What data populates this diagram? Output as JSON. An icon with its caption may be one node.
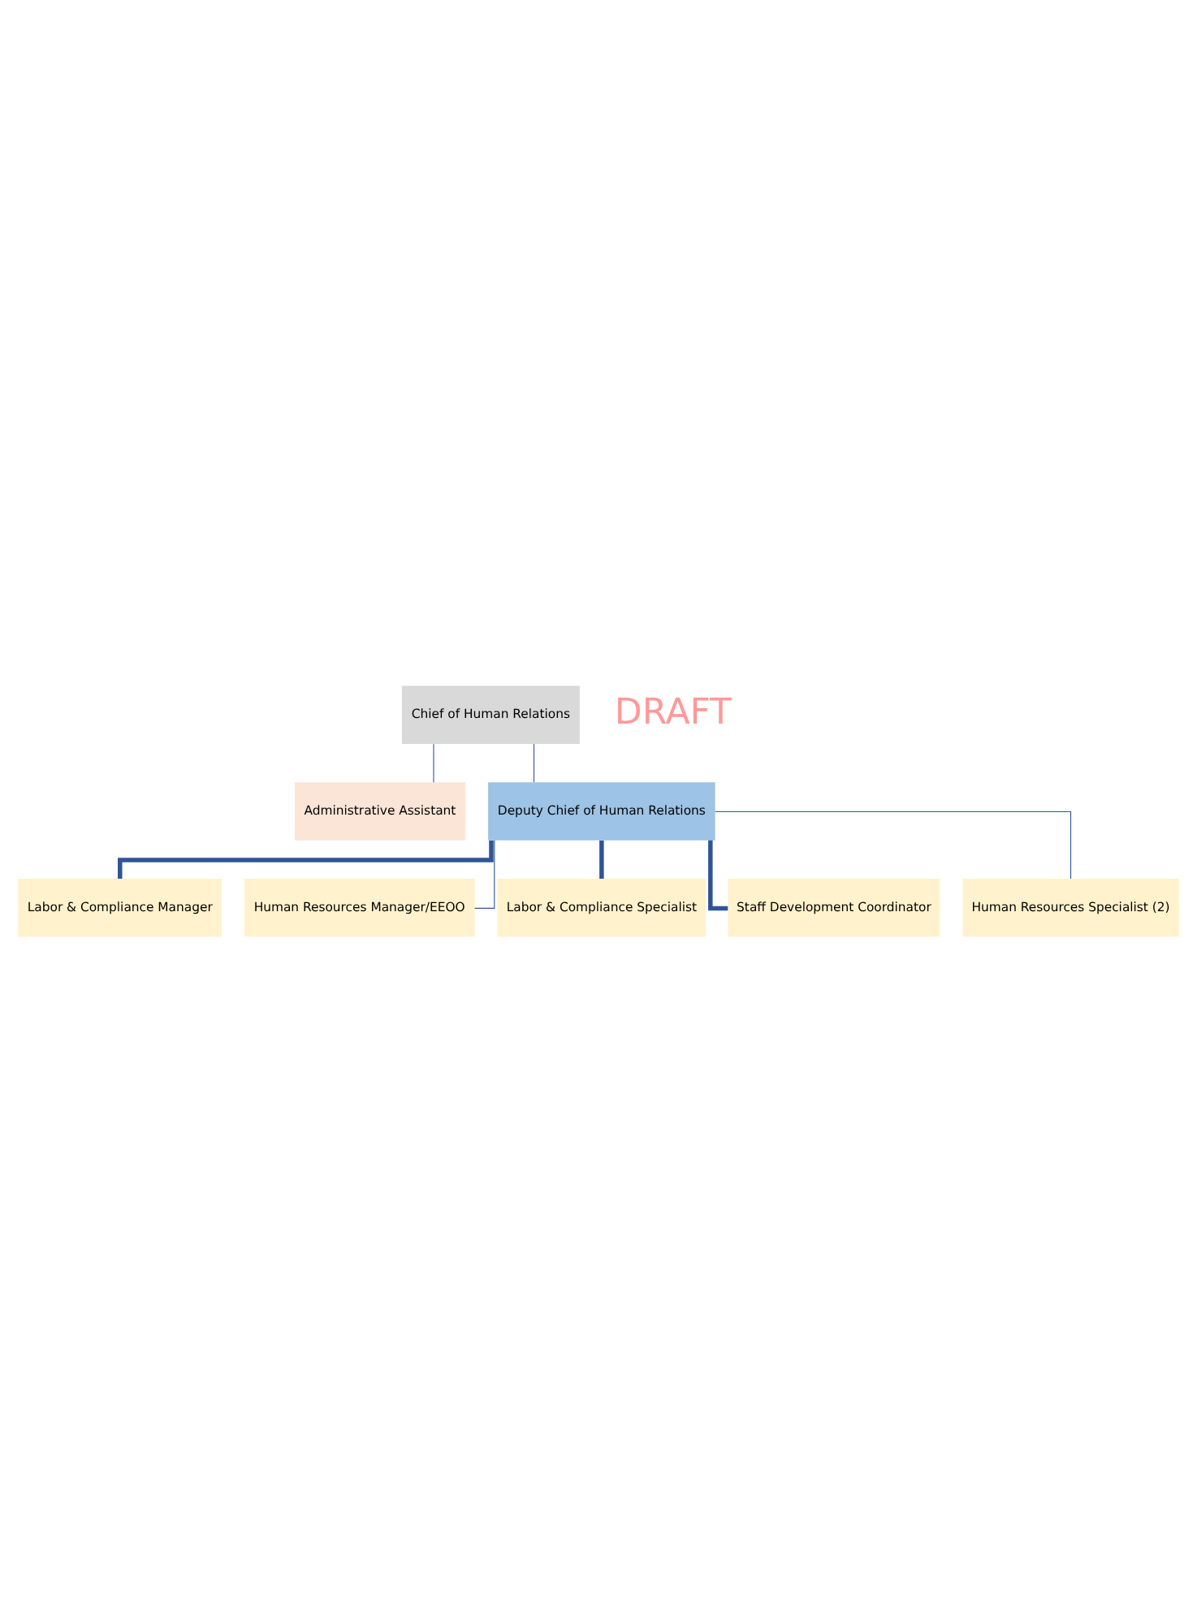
{
  "diagram": {
    "nodes": [
      {
        "text": [
          "Chief of Human Relations"
        ]
      },
      {
        "text": [
          "Administrative Assistant"
        ]
      },
      {
        "text": [
          "Deputy Chief of Human Relations"
        ]
      },
      {
        "text": [
          "Labor & Compliance Manager"
        ]
      },
      {
        "text": [
          "Human Resources Manager/EEOO"
        ]
      },
      {
        "text": [
          "Labor & Compliance Specialist"
        ]
      },
      {
        "text": [
          "Staff Development Coordinator"
        ]
      },
      {
        "text": [
          "Human Resources Specialist (2)"
        ]
      }
    ],
    "edges": [
      {
        "from": 0,
        "to": 1,
        "arrow": "none"
      },
      {
        "from": 0,
        "to": 2,
        "arrow": "none"
      },
      {
        "from": 2,
        "to": 3,
        "arrow": "none",
        "style": "thick"
      },
      {
        "from": 2,
        "to": 4,
        "arrow": "none"
      },
      {
        "from": 2,
        "to": 5,
        "arrow": "none",
        "style": "thick"
      },
      {
        "from": 2,
        "to": 6,
        "arrow": "none",
        "style": "thick"
      },
      {
        "from": 2,
        "to": 7,
        "arrow": "none"
      }
    ],
    "labels": [
      "DRAFT"
    ]
  }
}
